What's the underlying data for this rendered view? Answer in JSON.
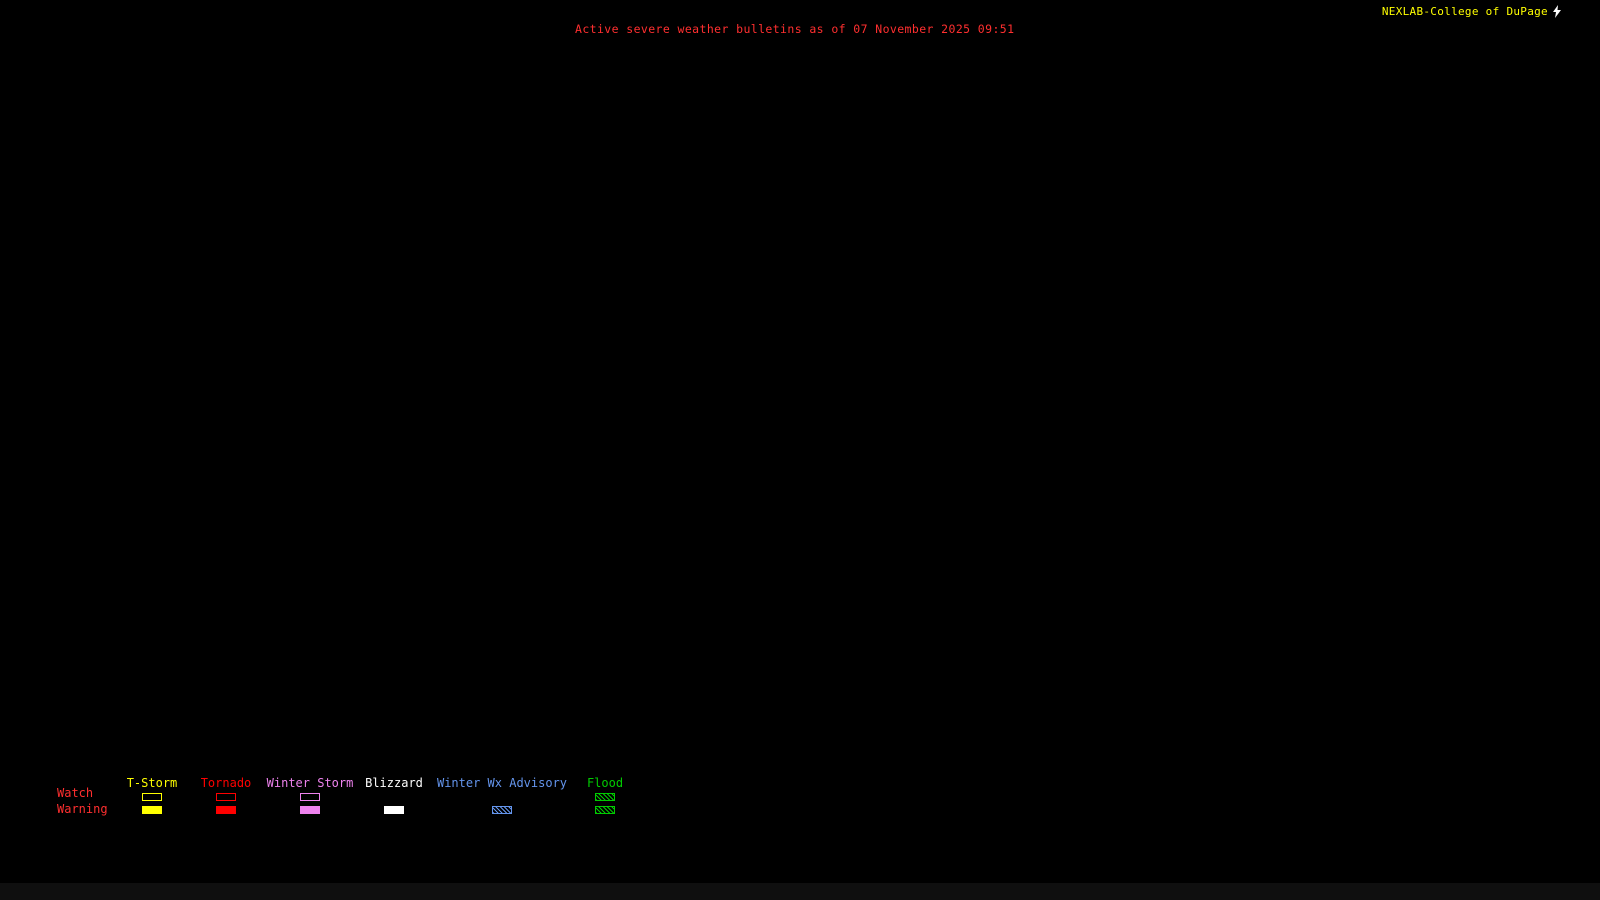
{
  "header": {
    "title": "Active severe weather bulletins as of 07 November 2025 09:51",
    "title_color": "#ff2f2f",
    "brand": "NEXLAB-College of DuPage",
    "brand_color": "#ffff00"
  },
  "map": {
    "background": "#000000",
    "note_visible_features": "no active bulletins plotted"
  },
  "legend": {
    "row_label_color": "#ff2f2f",
    "rows": [
      {
        "label": "Watch"
      },
      {
        "label": "Warning"
      }
    ],
    "categories": [
      {
        "label": "T-Storm",
        "color": "#ffff00",
        "watch": "outline",
        "warning": "filled"
      },
      {
        "label": "Tornado",
        "color": "#ff0000",
        "watch": "outline",
        "warning": "filled"
      },
      {
        "label": "Winter Storm",
        "color": "#ee82ee",
        "watch": "outline",
        "warning": "filled"
      },
      {
        "label": "Blizzard",
        "color": "#ffffff",
        "watch": "none",
        "warning": "filled"
      },
      {
        "label": "Winter Wx Advisory",
        "color": "#6495ed",
        "watch": "none",
        "warning": "hatched"
      },
      {
        "label": "Flood",
        "color": "#00cc00",
        "watch": "hatched",
        "warning": "hatched"
      }
    ]
  }
}
